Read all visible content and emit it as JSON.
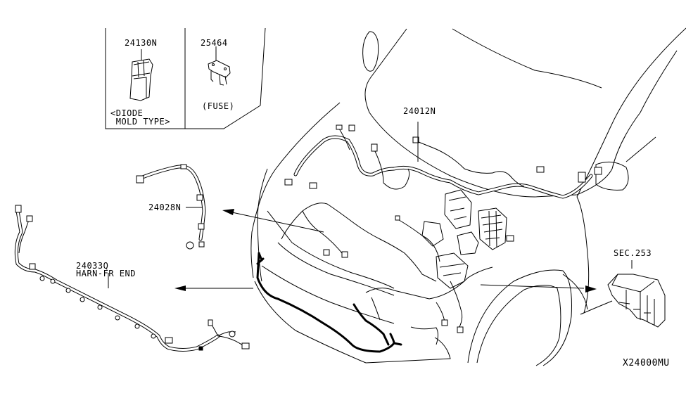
{
  "diagram": {
    "title_code": "X24000MU",
    "inset_panel": {
      "items": [
        {
          "part_number": "24130N",
          "caption_line1": "<DIODE",
          "caption_line2": " MOLD TYPE>",
          "icon": "diode-mold-connector-icon"
        },
        {
          "part_number": "25464",
          "caption_line1": "(FUSE)",
          "icon": "fuse-icon"
        }
      ]
    },
    "callouts": [
      {
        "id": "main-harness",
        "part_number": "24012N"
      },
      {
        "id": "sub-harness",
        "part_number": "24028N"
      },
      {
        "id": "front-end-harness",
        "part_number": "24033Q",
        "description": "HARN-FR END"
      },
      {
        "id": "section-ref",
        "part_number": "SEC.253"
      }
    ],
    "colors": {
      "line": "#000000",
      "background": "#ffffff"
    }
  }
}
